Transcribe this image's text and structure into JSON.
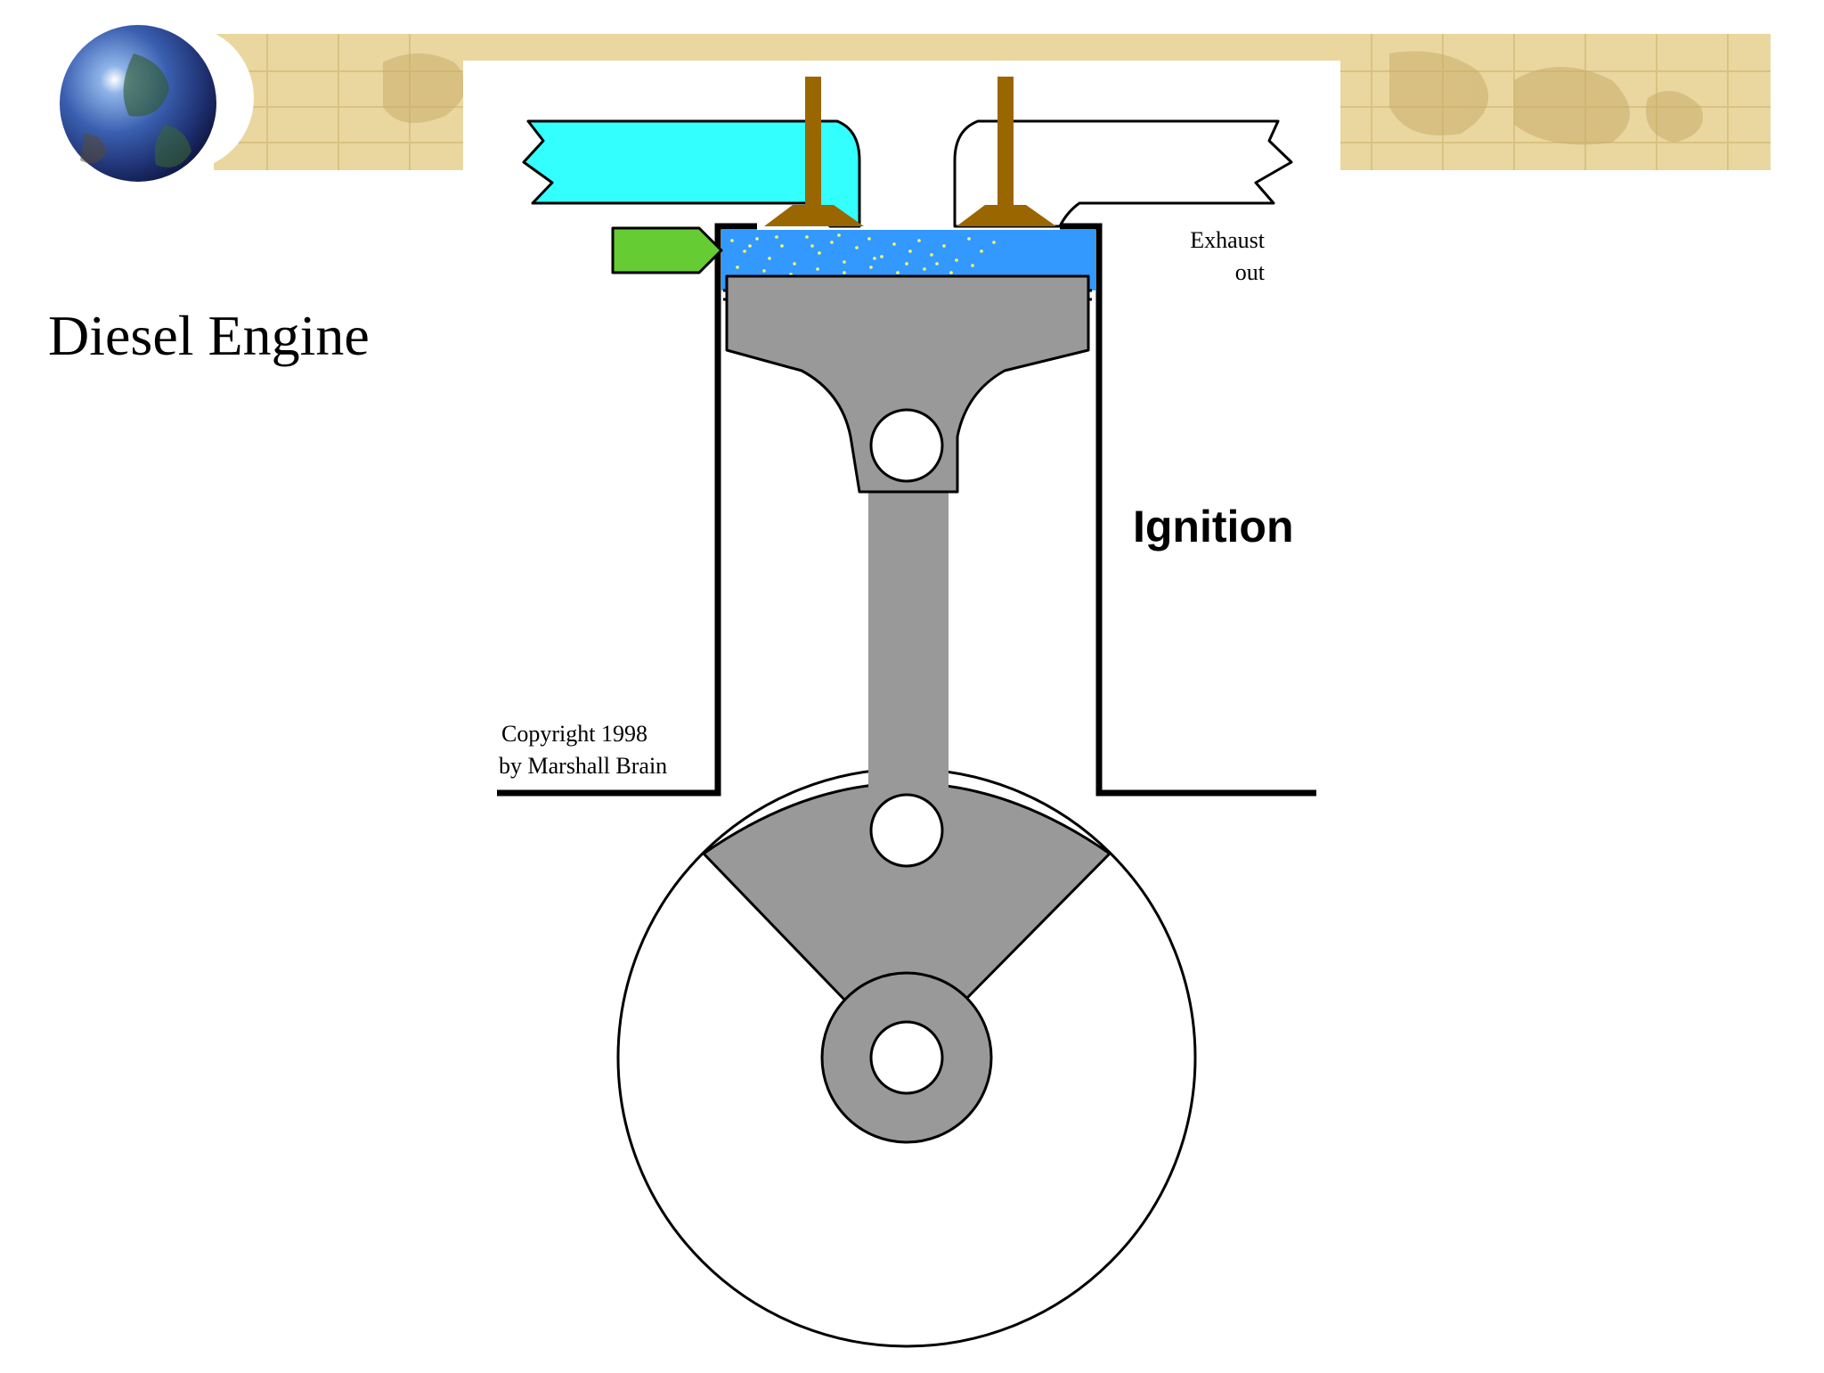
{
  "slide": {
    "title": "Diesel Engine"
  },
  "diagram": {
    "phase_label": "Ignition",
    "exhaust_label_line1": "Exhaust",
    "exhaust_label_line2": "out",
    "copyright_line1": "Copyright 1998",
    "copyright_line2": "by Marshall Brain"
  },
  "colors": {
    "banner": "#ead79f",
    "intake_port": "#33ffff",
    "fuel_injector": "#66cc33",
    "combustion_chamber": "#3399ff",
    "valve": "#996600",
    "piston": "#999999"
  },
  "icons": {
    "logo": "globe-icon"
  }
}
